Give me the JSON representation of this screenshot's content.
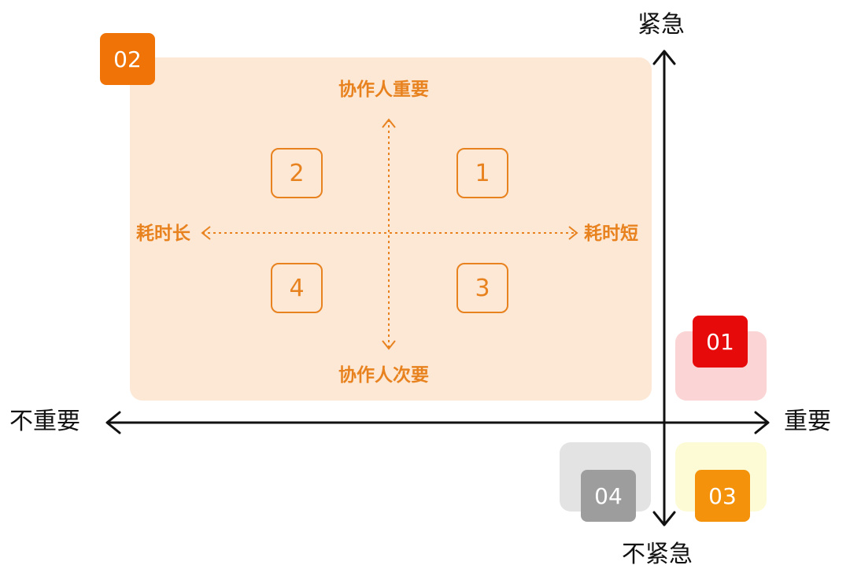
{
  "axes": {
    "top": "紧急",
    "bottom": "不紧急",
    "left": "不重要",
    "right": "重要"
  },
  "quadrant_badges": {
    "q01": "01",
    "q02": "02",
    "q03": "03",
    "q04": "04"
  },
  "inner_matrix": {
    "top": "协作人重要",
    "bottom": "协作人次要",
    "left": "耗时长",
    "right": "耗时短",
    "boxes": {
      "b1": "1",
      "b2": "2",
      "b3": "3",
      "b4": "4"
    }
  },
  "colors": {
    "q01": "#e60a0a",
    "q02": "#ef7306",
    "q03": "#f4930b",
    "q04": "#9d9d9d",
    "inner_accent": "#e8821f"
  }
}
